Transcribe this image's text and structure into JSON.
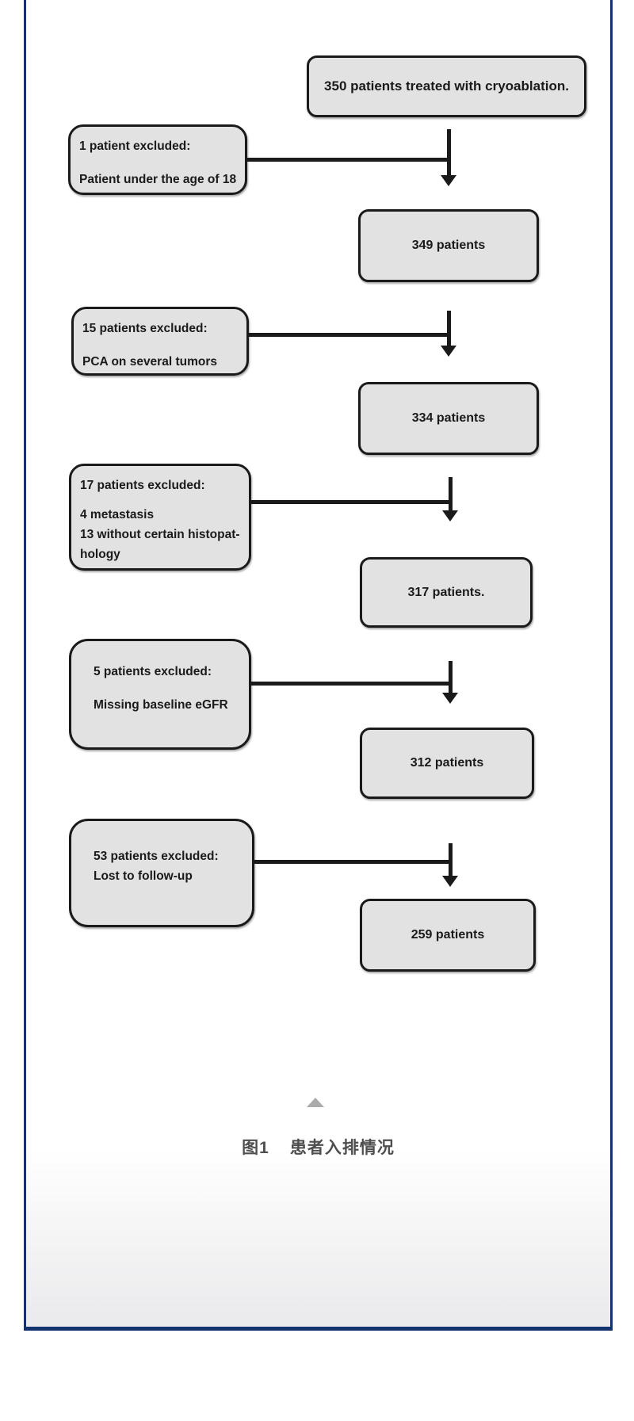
{
  "figure": {
    "flow_boxes": [
      {
        "label": "350 patients treated with cryoablation."
      },
      {
        "label": "349 patients"
      },
      {
        "label": "334 patients"
      },
      {
        "label": "317 patients."
      },
      {
        "label": "312 patients"
      },
      {
        "label": "259 patients"
      }
    ],
    "exclusions": [
      {
        "lines": [
          "1 patient excluded:",
          "Patient under the age of 18"
        ]
      },
      {
        "lines": [
          "15 patients excluded:",
          "PCA on several tumors"
        ]
      },
      {
        "lines": [
          "17 patients excluded:",
          "4 metastasis",
          "13 without certain histopat-",
          "hology"
        ]
      },
      {
        "lines": [
          "5 patients excluded:",
          "Missing baseline eGFR"
        ]
      },
      {
        "lines": [
          "53 patients excluded:",
          "Lost to follow-up"
        ]
      }
    ],
    "caption_prefix": "图1",
    "caption_text": "患者入排情况"
  },
  "colors": {
    "frame_blue": "#13336e",
    "box_fill": "#e2e2e2",
    "box_border": "#1a1a1a",
    "caption_gray": "#4e4e4e",
    "triangle_gray": "#ababab"
  },
  "icons": {
    "collapse_triangle": "up-triangle"
  }
}
